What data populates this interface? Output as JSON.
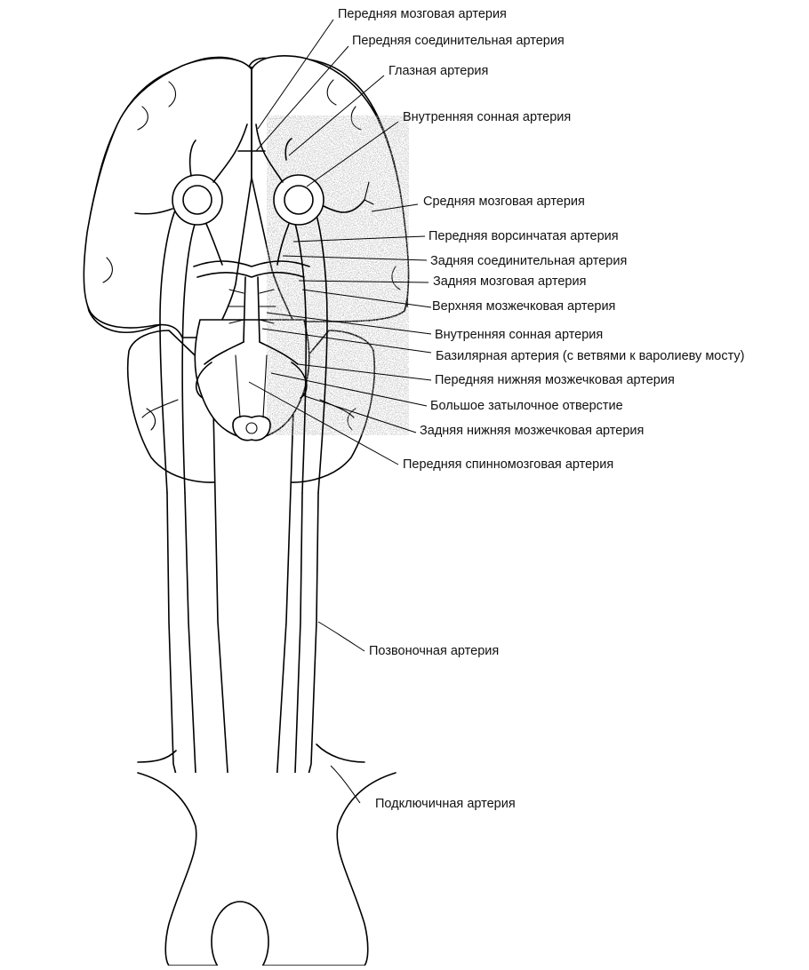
{
  "labels": [
    {
      "id": "anterior-cerebral",
      "text": "Передняя мозговая артерия"
    },
    {
      "id": "anterior-communicating",
      "text": "Передняя соединительная артерия"
    },
    {
      "id": "ophthalmic",
      "text": "Глазная артерия"
    },
    {
      "id": "internal-carotid-1",
      "text": "Внутренняя сонная артерия"
    },
    {
      "id": "middle-cerebral",
      "text": "Средняя мозговая артерия"
    },
    {
      "id": "anterior-choroidal",
      "text": "Передняя ворсинчатая артерия"
    },
    {
      "id": "posterior-communicating",
      "text": "Задняя соединительная артерия"
    },
    {
      "id": "posterior-cerebral",
      "text": "Задняя мозговая артерия"
    },
    {
      "id": "superior-cerebellar",
      "text": "Верхняя мозжечковая артерия"
    },
    {
      "id": "internal-carotid-2",
      "text": "Внутренняя сонная артерия"
    },
    {
      "id": "basilar",
      "text": "Базилярная артерия (с ветвями к варолиеву мосту)"
    },
    {
      "id": "anterior-inferior-cerebellar",
      "text": "Передняя нижняя мозжечковая артерия"
    },
    {
      "id": "foramen-magnum",
      "text": "Большое затылочное отверстие"
    },
    {
      "id": "posterior-inferior-cerebellar",
      "text": "Задняя нижняя мозжечковая артерия"
    },
    {
      "id": "anterior-spinal",
      "text": "Передняя спинномозговая артерия"
    },
    {
      "id": "vertebral",
      "text": "Позвоночная артерия"
    },
    {
      "id": "subclavian",
      "text": "Подключичная артерия"
    }
  ]
}
